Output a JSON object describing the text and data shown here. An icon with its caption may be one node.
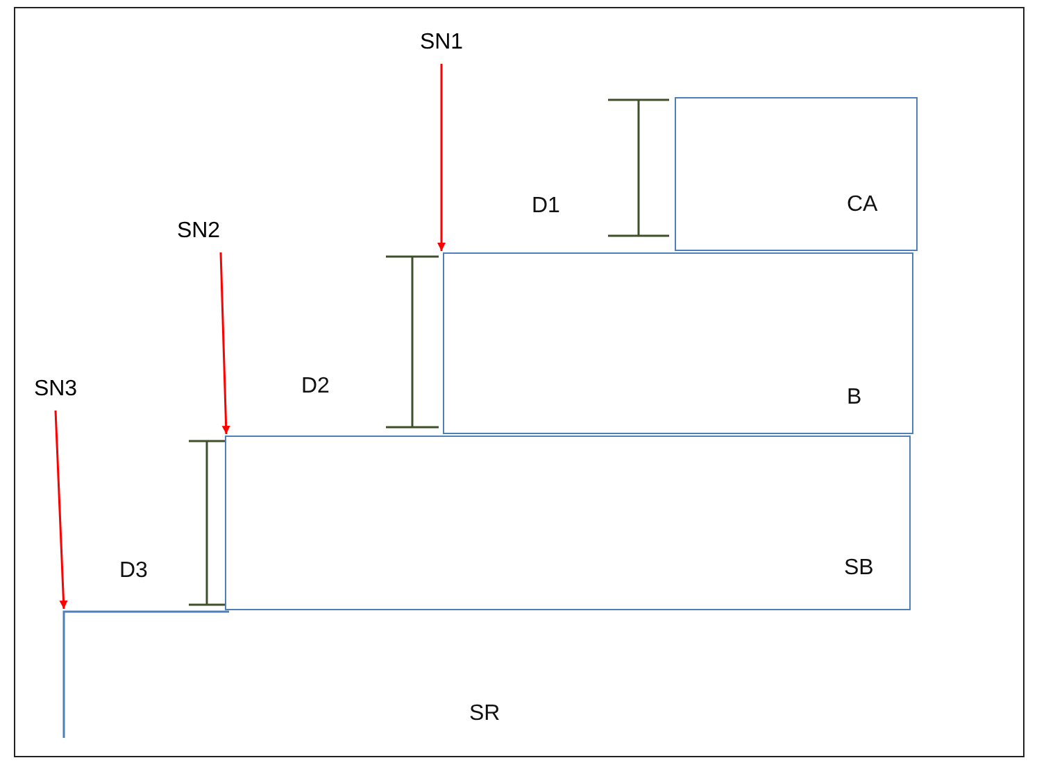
{
  "diagram": {
    "nodes": [
      {
        "text": [
          "SN1"
        ]
      },
      {
        "text": [
          "SN2"
        ]
      },
      {
        "text": [
          "SN3"
        ]
      },
      {
        "text": [
          "CA"
        ]
      },
      {
        "text": [
          "B"
        ]
      },
      {
        "text": [
          "SB"
        ]
      },
      {
        "text": [
          "SR"
        ]
      }
    ],
    "edges": [
      {
        "from": 0,
        "to": 4,
        "arrow": "to",
        "color": "#ff0000"
      },
      {
        "from": 1,
        "to": 5,
        "arrow": "to",
        "color": "#ff0000"
      },
      {
        "from": 2,
        "to": 6,
        "arrow": "to",
        "color": "#ff0000"
      }
    ],
    "labels": [
      "D1",
      "D2",
      "D3"
    ]
  }
}
